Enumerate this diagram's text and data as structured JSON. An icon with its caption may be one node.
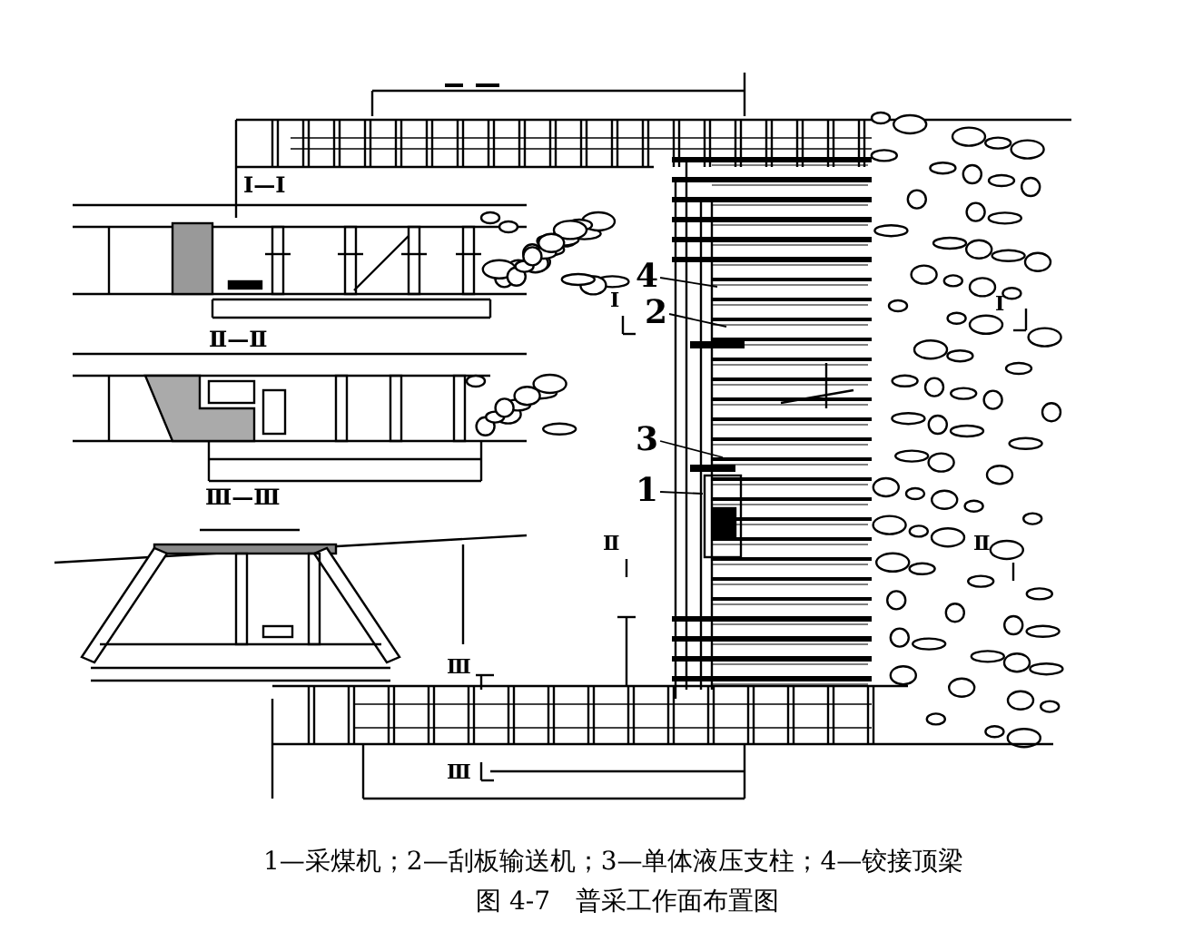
{
  "diagram": {
    "caption": "图 4-7　普采工作面布置图",
    "nodes": [
      {
        "text": [
          "4"
        ]
      },
      {
        "text": [
          "2"
        ]
      },
      {
        "text": [
          "3"
        ]
      },
      {
        "text": [
          "1"
        ]
      }
    ],
    "edges": [
      {
        "from": 0,
        "to": null,
        "arrow": "none"
      },
      {
        "from": 1,
        "to": null,
        "arrow": "none"
      },
      {
        "from": 2,
        "to": null,
        "arrow": "none"
      },
      {
        "from": 3,
        "to": null,
        "arrow": "none"
      }
    ],
    "labels": [
      "Ⅰ—Ⅰ",
      "Ⅱ—Ⅱ",
      "Ⅲ—Ⅲ",
      "Ⅰ",
      "Ⅰ",
      "Ⅱ",
      "Ⅱ",
      "Ⅲ",
      "Ⅲ",
      "1—采煤机；2—刮板输送机；3—单体液压支柱；4—铰接顶梁"
    ]
  }
}
